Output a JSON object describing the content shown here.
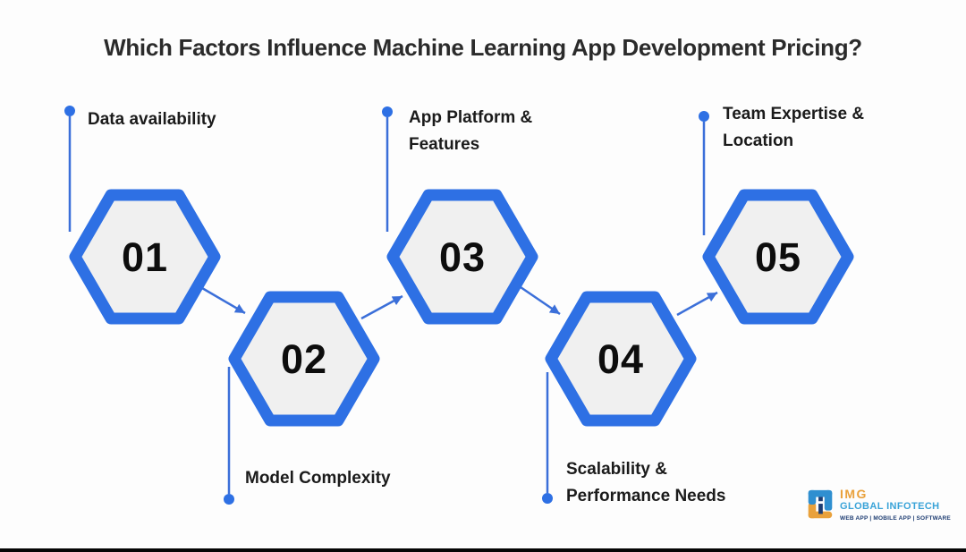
{
  "title": "Which Factors Influence Machine Learning App Development Pricing?",
  "factors": [
    {
      "number": "01",
      "label_lines": [
        "Data availability",
        ""
      ],
      "label_position": "top"
    },
    {
      "number": "02",
      "label_lines": [
        "Model Complexity",
        ""
      ],
      "label_position": "bottom"
    },
    {
      "number": "03",
      "label_lines": [
        "App Platform &",
        "Features"
      ],
      "label_position": "top"
    },
    {
      "number": "04",
      "label_lines": [
        "Scalability &",
        "Performance Needs"
      ],
      "label_position": "bottom"
    },
    {
      "number": "05",
      "label_lines": [
        "Team Expertise &",
        "Location"
      ],
      "label_position": "top"
    }
  ],
  "colors": {
    "background": "#fdfdfd",
    "hexagon_border": "#2e70e4",
    "hexagon_fill": "#f0f0f0",
    "connector_blue": "#3b6fd9",
    "number_color": "#0d0d0d",
    "title_color": "#2b2b2b",
    "label_color": "#1b1b1b",
    "logo_orange": "#e9a13b",
    "logo_sky_blue": "#39a3d8",
    "logo_navy": "#1e3d72"
  },
  "logo": {
    "name": "IMG",
    "subtitle": "GLOBAL INFOTECH",
    "tagline": "WEB APP | MOBILE APP | SOFTWARE"
  }
}
